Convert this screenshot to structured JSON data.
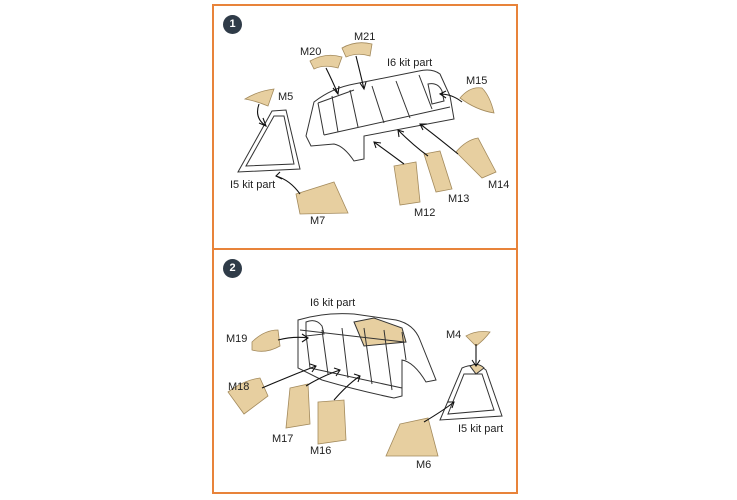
{
  "steps": [
    {
      "number": "1",
      "kit_part_large": "I6 kit part",
      "kit_part_small": "I5 kit part",
      "masks": [
        "M20",
        "M21",
        "M5",
        "M15",
        "M14",
        "M13",
        "M12",
        "M7"
      ]
    },
    {
      "number": "2",
      "kit_part_large": "I6 kit part",
      "kit_part_small": "I5 kit part",
      "masks": [
        "M19",
        "M4",
        "M18",
        "M17",
        "M16",
        "M6"
      ]
    }
  ],
  "colors": {
    "frame": "#e8833a",
    "mask_fill": "#e7cfa0",
    "badge": "#2f3b48"
  }
}
